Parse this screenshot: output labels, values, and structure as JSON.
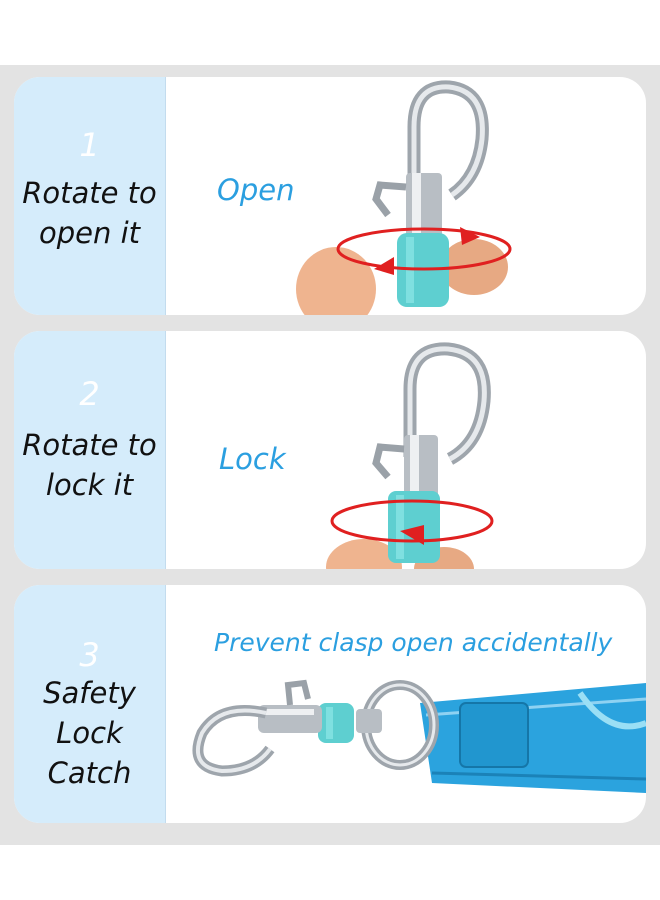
{
  "colors": {
    "panel_bg": "#d5ecfb",
    "band_bg": "#e3e3e3",
    "accent_text": "#2b9fe0",
    "arrow_red": "#e02020",
    "lock_teal": "#5ecfd0",
    "leash_blue": "#2ba3de"
  },
  "steps": [
    {
      "number": "1",
      "label": "Rotate to\nopen it",
      "action": "Open",
      "image": "clasp-open-rotation"
    },
    {
      "number": "2",
      "label": "Rotate to\nlock it",
      "action": "Lock",
      "image": "clasp-lock-rotation"
    },
    {
      "number": "3",
      "label": "Safety\nLock\nCatch",
      "action": "Prevent clasp open accidentally",
      "image": "leash-with-clasp"
    }
  ]
}
